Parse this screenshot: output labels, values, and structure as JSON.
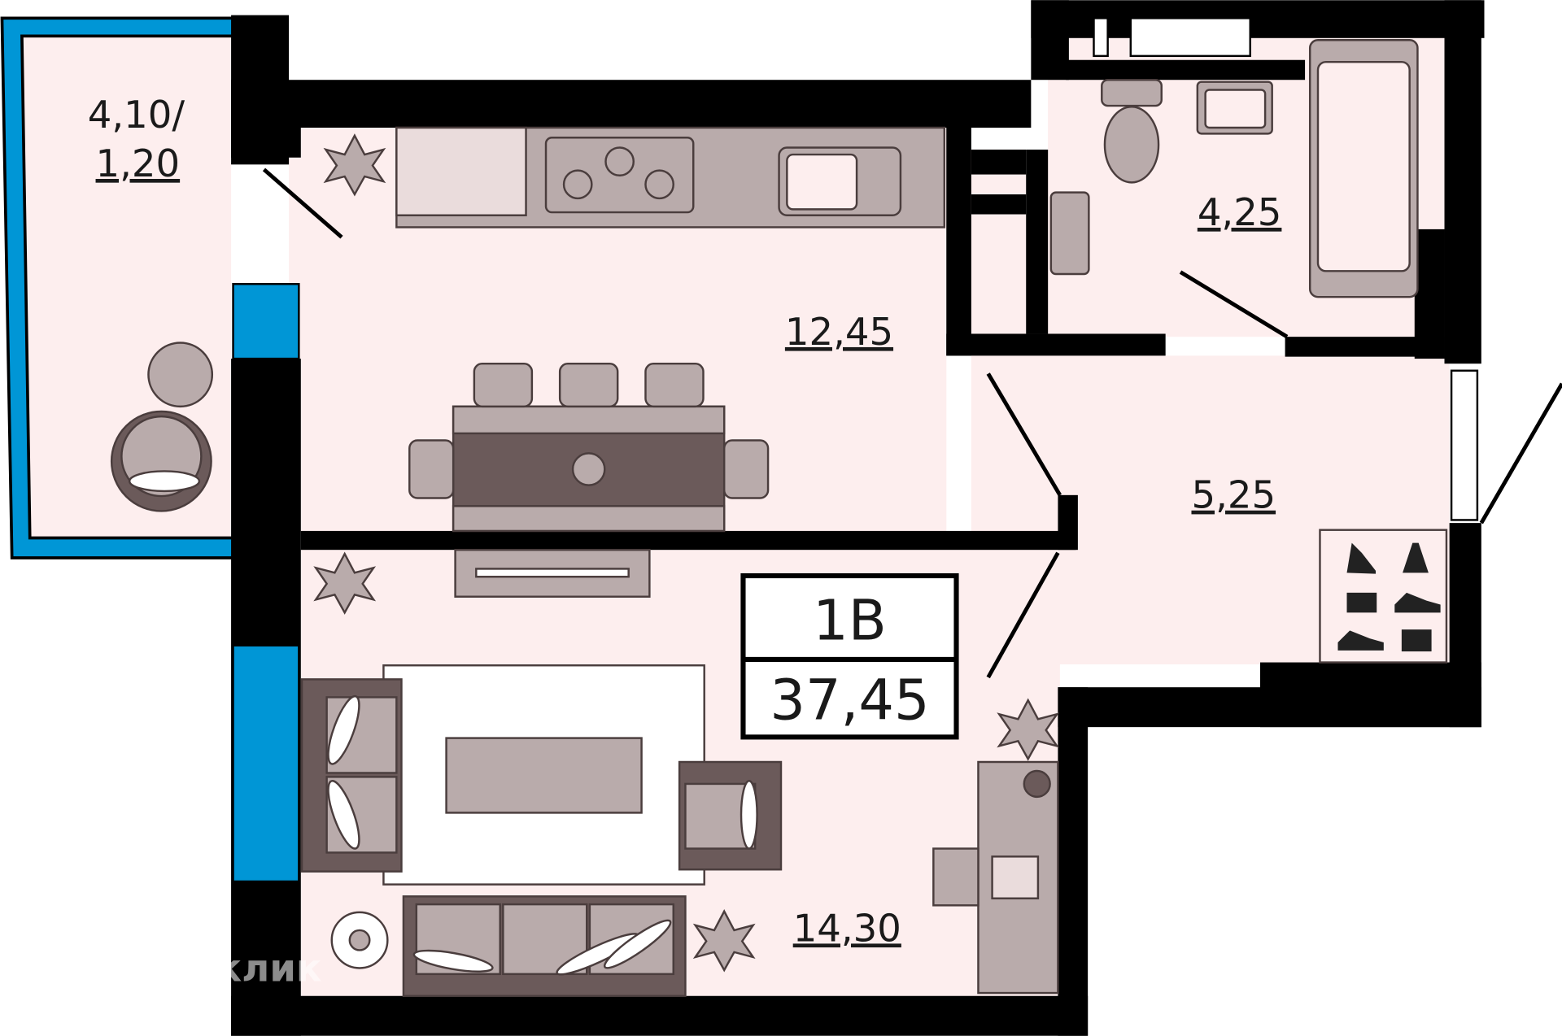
{
  "plan": {
    "balcony_area": "4,10/",
    "balcony_area_reduced": "1,20",
    "kitchen_area": "12,45",
    "bathroom_area": "4,25",
    "hall_area": "5,25",
    "living_area": "14,30",
    "apartment_type": "1В",
    "total_area": "37,45"
  },
  "watermark": "Домклик",
  "colors": {
    "floor": "#fdeeee",
    "wall": "#000000",
    "window": "#0096d6",
    "furniture_light": "#b9abab",
    "furniture_dark": "#6b5a5a"
  }
}
